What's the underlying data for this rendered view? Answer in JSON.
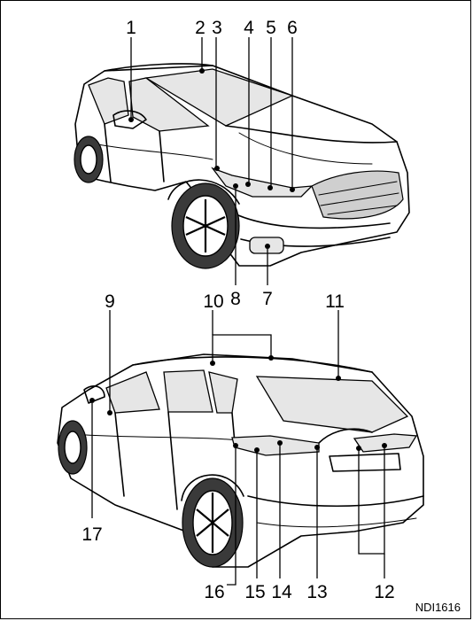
{
  "callouts": {
    "c1": "1",
    "c2": "2",
    "c3": "3",
    "c4": "4",
    "c5": "5",
    "c6": "6",
    "c7": "7",
    "c8": "8",
    "c9": "9",
    "c10": "10",
    "c11": "11",
    "c12": "12",
    "c13": "13",
    "c14": "14",
    "c15": "15",
    "c16": "16",
    "c17": "17"
  },
  "figure_code": "NDI1616",
  "colors": {
    "ink": "#000000",
    "glass": "#e6e6e6",
    "tire": "#3a3a3a",
    "background": "#ffffff"
  }
}
